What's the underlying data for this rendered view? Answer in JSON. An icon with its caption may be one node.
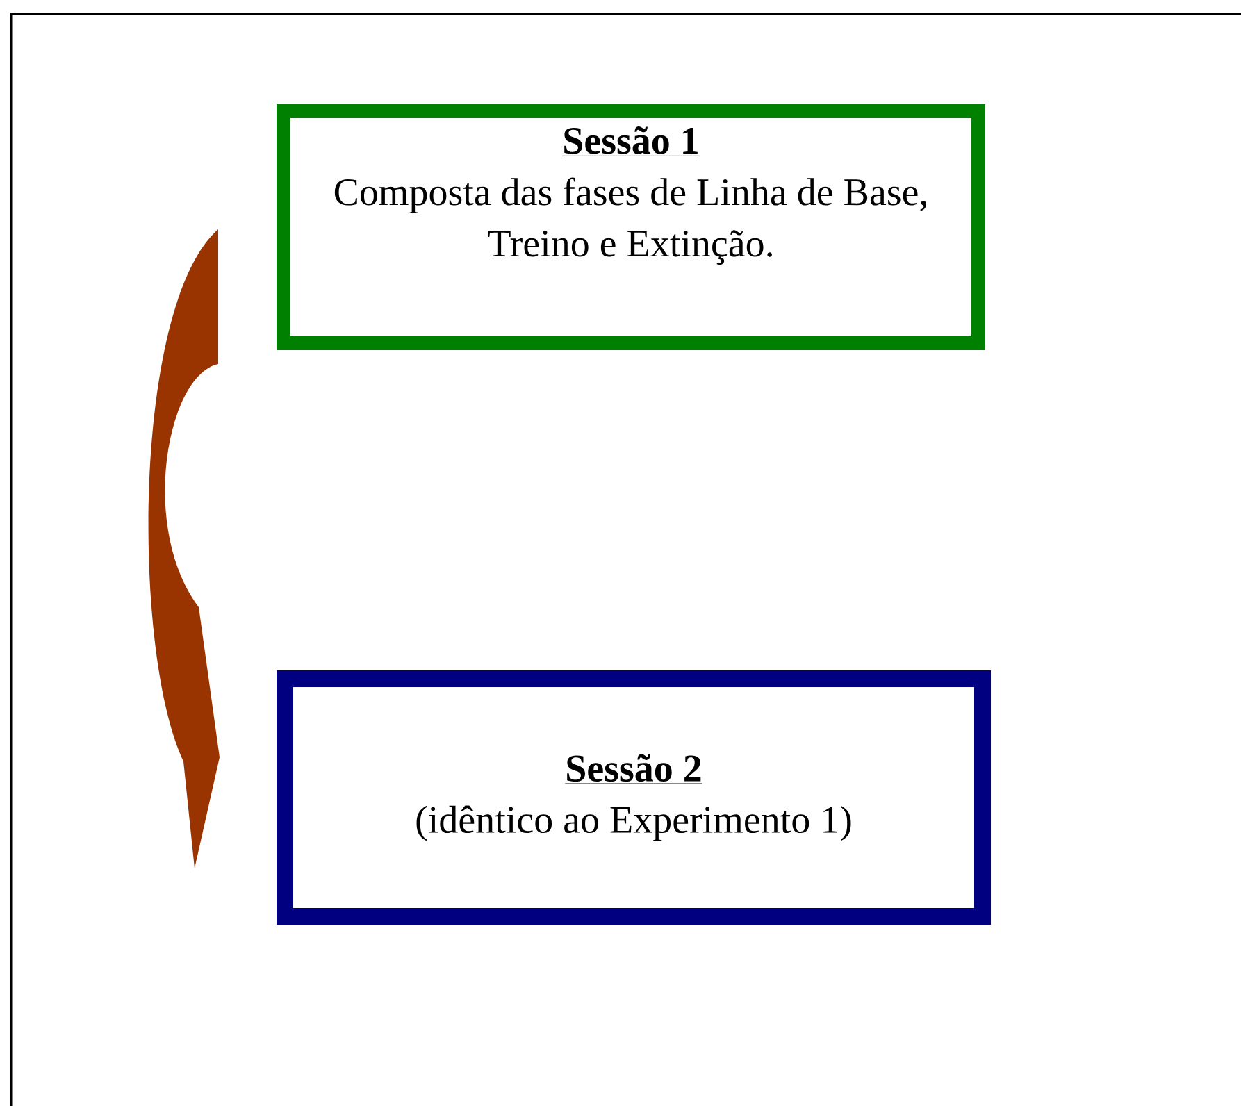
{
  "diagram": {
    "nodes": [
      {
        "text": [
          "Sessão 1",
          "Composta das fases de Linha de Base, Treino e Extinção."
        ]
      },
      {
        "text": [
          "Sessão 2",
          "(idêntico ao Experimento 1)"
        ]
      }
    ],
    "edges": [
      {
        "from": 0,
        "to": 1,
        "arrow": "to"
      }
    ]
  }
}
